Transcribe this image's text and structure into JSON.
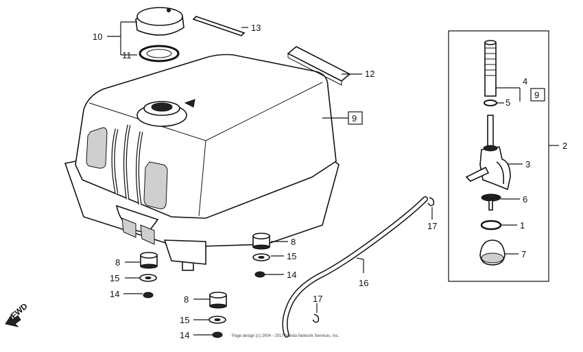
{
  "diagram": {
    "callouts": {
      "c1": "1",
      "c2": "2",
      "c3": "3",
      "c4": "4",
      "c5": "5",
      "c6": "6",
      "c7": "7",
      "c8a": "8",
      "c8b": "8",
      "c8c": "8",
      "c9a": "9",
      "c9b": "9",
      "c10": "10",
      "c11": "11",
      "c12": "12",
      "c13": "13",
      "c14a": "14",
      "c14b": "14",
      "c14c": "14",
      "c15a": "15",
      "c15b": "15",
      "c15c": "15",
      "c16": "16",
      "c17a": "17",
      "c17b": "17"
    },
    "direction_label": "FWD",
    "copyright": "Page design (c) 2004 - 2017 Honda Network Services, Inc."
  }
}
